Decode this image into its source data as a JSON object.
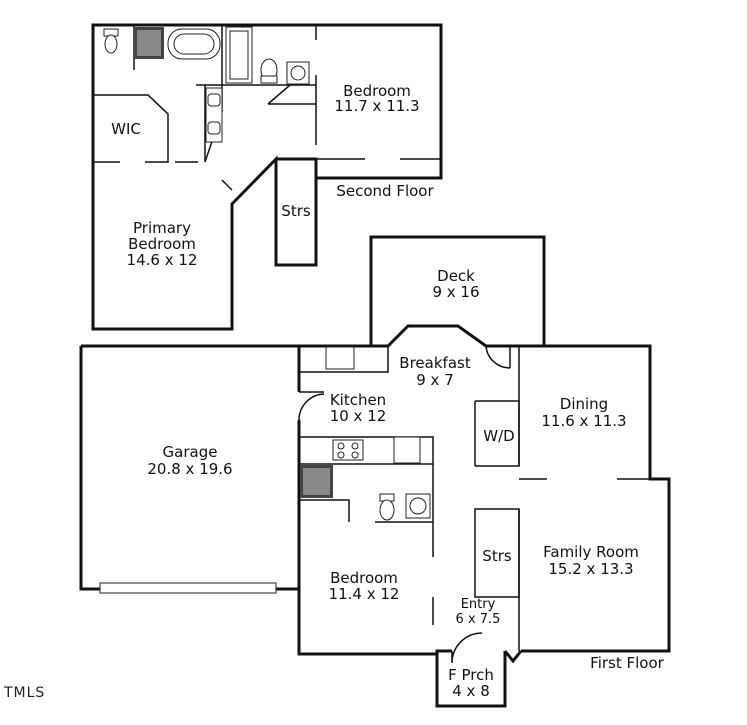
{
  "rooms": {
    "bedroom_upper": {
      "name": "Bedroom",
      "size": "11.7 x 11.3"
    },
    "wic": {
      "name": "WIC"
    },
    "primary_bedroom": {
      "name_line1": "Primary",
      "name_line2": "Bedroom",
      "size": "14.6 x 12"
    },
    "stairs_upper": {
      "name": "Strs"
    },
    "deck": {
      "name": "Deck",
      "size": "9 x 16"
    },
    "breakfast": {
      "name": "Breakfast",
      "size": "9 x 7"
    },
    "kitchen": {
      "name": "Kitchen",
      "size": "10 x 12"
    },
    "garage": {
      "name": "Garage",
      "size": "20.8 x 19.6"
    },
    "dining": {
      "name": "Dining",
      "size": "11.6 x 11.3"
    },
    "wd": {
      "name": "W/D"
    },
    "stairs_lower": {
      "name": "Strs"
    },
    "family_room": {
      "name": "Family Room",
      "size": "15.2 x 13.3"
    },
    "bedroom_lower": {
      "name": "Bedroom",
      "size": "11.4 x 12"
    },
    "entry": {
      "name": "Entry",
      "size": "6 x 7.5"
    },
    "front_porch": {
      "name": "F Prch",
      "size": "4 x 8"
    }
  },
  "floors": {
    "second": "Second Floor",
    "first": "First Floor"
  },
  "logo": "TMLS"
}
